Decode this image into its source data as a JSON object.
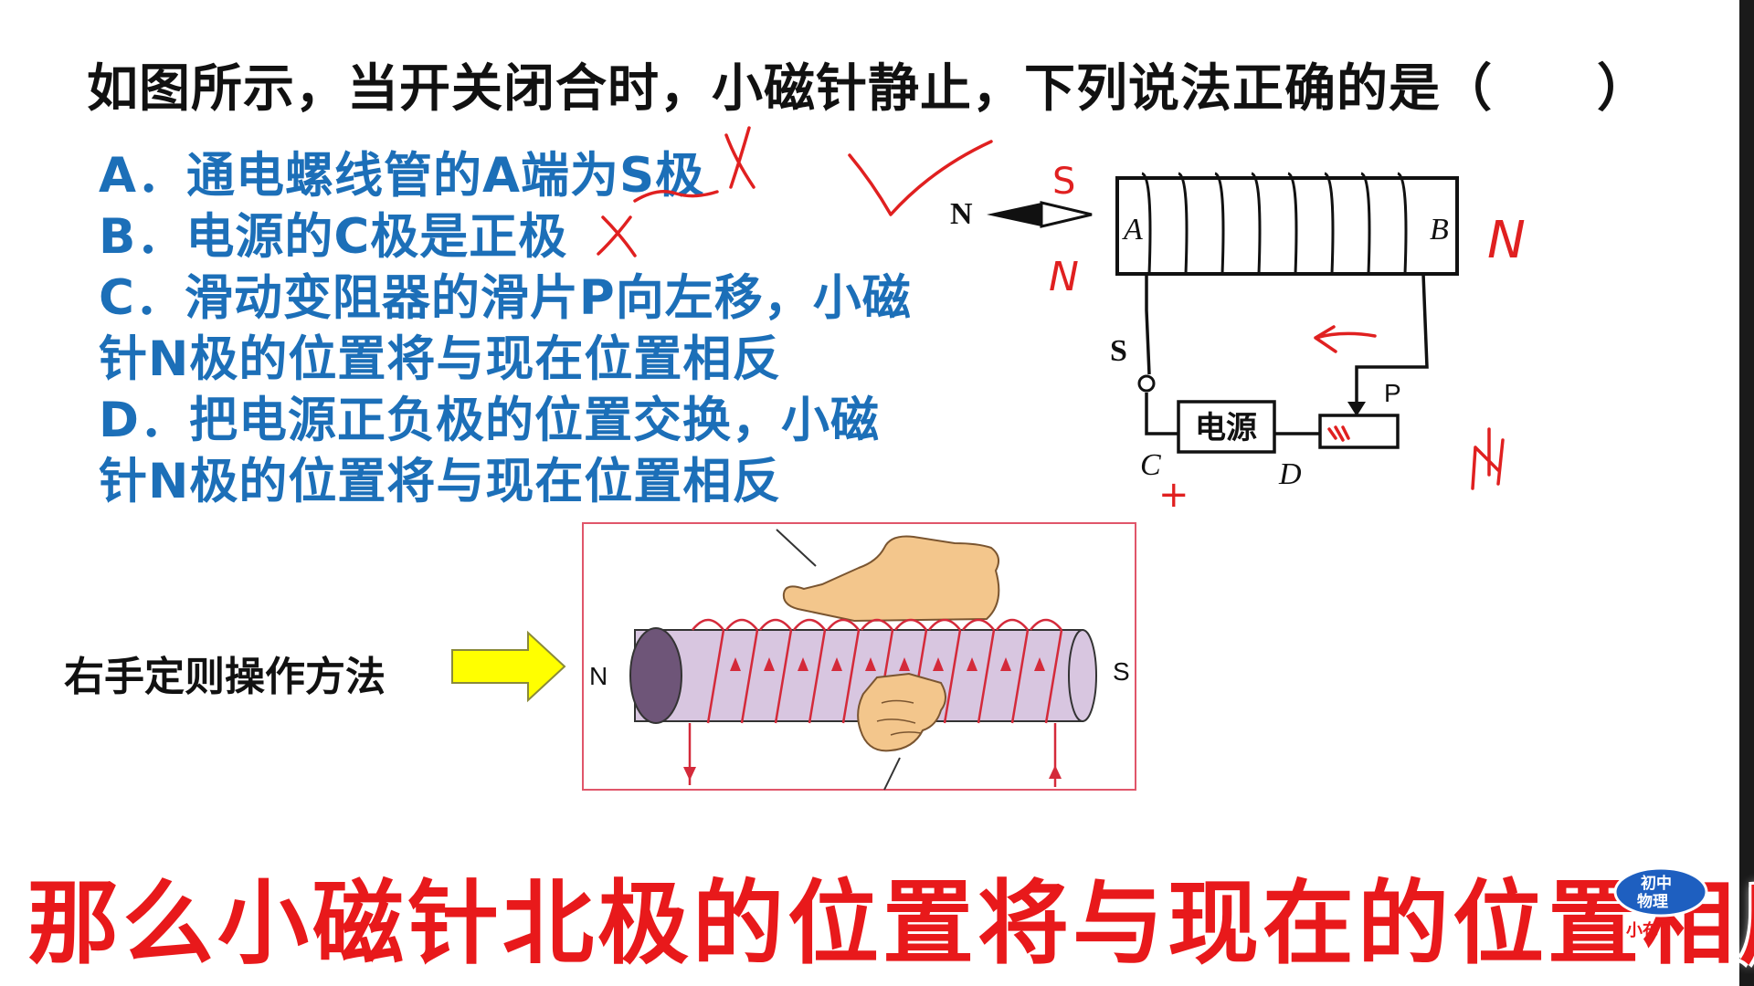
{
  "question": "如图所示，当开关闭合时，小磁针静止，下列说法正确的是（　　）",
  "options": [
    "A．通电螺线管的A端为S极",
    "B．电源的C极是正极",
    "C．滑动变阻器的滑片P向左移，小磁",
    "针N极的位置将与现在位置相反",
    "D．把电源正负极的位置交换，小磁",
    "针N极的位置将与现在位置相反"
  ],
  "circuit": {
    "needle_label": "N",
    "end_a": "A",
    "end_b": "B",
    "switch": "S",
    "power": "电源",
    "terminal_c": "C",
    "terminal_d": "D",
    "slider": "P"
  },
  "handwriting": {
    "mark_s": "S",
    "mark_n1": "N",
    "mark_n2": "N",
    "mark_plus": "+"
  },
  "rule": {
    "label": "右手定则操作方法",
    "left_pole": "N",
    "right_pole": "S"
  },
  "subtitle": "那么小磁针北极的位置将与现在的位置相反",
  "logo": {
    "line1": "初中",
    "line2": "物理",
    "brand": "小布丁"
  },
  "colors": {
    "question_text": "#111111",
    "option_text": "#1c6fb8",
    "subtitle": "#e8191b",
    "annotation": "#e02020",
    "arrow_fill": "#ffff00",
    "solenoid": "#d8c6e0"
  }
}
